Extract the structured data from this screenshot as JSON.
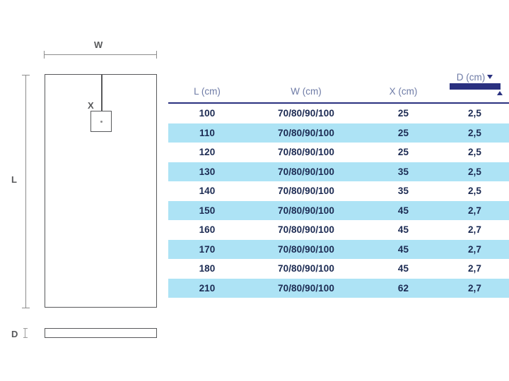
{
  "diagram": {
    "width_label": "W",
    "length_label": "L",
    "drain_label": "X",
    "depth_label": "D",
    "icons": {
      "tray_top_view": "rectangle-outline",
      "drain_square": "square-outline",
      "profile_bar": "thin-rectangle-outline"
    }
  },
  "table": {
    "columns": [
      {
        "key": "l",
        "label": "L (cm)"
      },
      {
        "key": "w",
        "label": "W (cm)"
      },
      {
        "key": "x",
        "label": "X (cm)"
      },
      {
        "key": "d",
        "label": "D (cm)"
      }
    ],
    "depth_header": {
      "label": "D (cm)",
      "arrow_down": "arrow-down-icon",
      "arrow_up": "arrow-up-icon",
      "bar": "thickness-bar"
    },
    "rows": [
      {
        "l": "100",
        "w": "70/80/90/100",
        "x": "25",
        "d": "2,5"
      },
      {
        "l": "110",
        "w": "70/80/90/100",
        "x": "25",
        "d": "2,5"
      },
      {
        "l": "120",
        "w": "70/80/90/100",
        "x": "25",
        "d": "2,5"
      },
      {
        "l": "130",
        "w": "70/80/90/100",
        "x": "35",
        "d": "2,5"
      },
      {
        "l": "140",
        "w": "70/80/90/100",
        "x": "35",
        "d": "2,5"
      },
      {
        "l": "150",
        "w": "70/80/90/100",
        "x": "45",
        "d": "2,7"
      },
      {
        "l": "160",
        "w": "70/80/90/100",
        "x": "45",
        "d": "2,7"
      },
      {
        "l": "170",
        "w": "70/80/90/100",
        "x": "45",
        "d": "2,7"
      },
      {
        "l": "180",
        "w": "70/80/90/100",
        "x": "45",
        "d": "2,7"
      },
      {
        "l": "210",
        "w": "70/80/90/100",
        "x": "62",
        "d": "2,7"
      }
    ]
  },
  "colors": {
    "background": "#ffffff",
    "header_text": "#6e7ba6",
    "header_rule": "#2a3180",
    "row_alt": "#ade3f5",
    "cell_text": "#1b2a52",
    "diagram_line": "#58595b",
    "dimension_line": "#8d8d8d",
    "depth_bar": "#2a3180"
  }
}
